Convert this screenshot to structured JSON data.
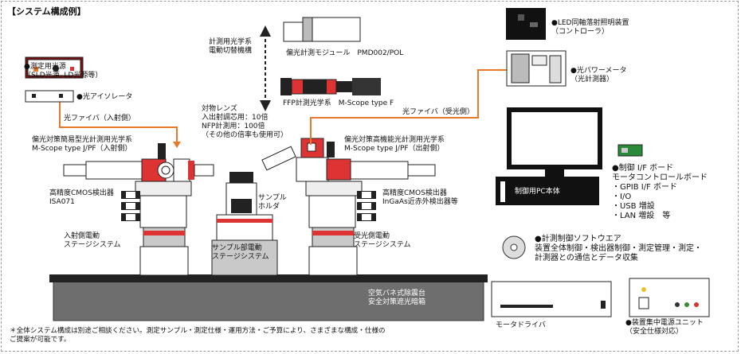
{
  "title": "【システム構成例】",
  "labels": {
    "switch_mechanism": "計測用光学系\n電動切替機構",
    "pmd_module": "偏光計測モジュール　PMD002/POL",
    "ffp_optics": "FFP計測光学系　M-Scope type F",
    "objective": "対物レンズ\n入出射調芯用：10倍\nNFP計測用：100倍\n（その他の倍率も使用可）",
    "light_source": "●測定用光源\n（SLD光源, LD光源等）",
    "isolator": "●光アイソレータ",
    "fiber_in": "光ファイバ（入射側）",
    "fiber_out": "光ファイバ（受光側）",
    "optics_in": "偏光対策簡易型光計測用光学系\nM-Scope type J/PF（入射側）",
    "optics_out": "偏光対策高機能光計測用光学系\nM-Scope type J/PF（出射側）",
    "cmos_in": "高精度CMOS検出器\nISA071",
    "cmos_out": "高精度CMOS検出器\nInGaAs近赤外検出器等",
    "sample_holder": "サンプル\nホルダ",
    "stage_in": "入射側電動\nステージシステム",
    "stage_sample": "サンプル部電動\nステージシステム",
    "stage_out": "受光側電動\nステージシステム",
    "table": "空気バネ式除震台\n安全対策遮光暗箱",
    "led": "●LED同軸落射照明装置\n（コントローラ）",
    "power_meter": "●光パワーメータ\n（光計測器）",
    "pc": "制御用PC本体",
    "boards": "●制御 I/F ボード\nモータコントロールボード\n・GPIB I/F ボード\n・I/O\n・USB 増設\n・LAN 増設　等",
    "software": "●計測制御ソフトウエア\n装置全体制御・検出器制御・測定管理・測定・\n計測器との通信とデータ収集",
    "motor_driver": "モータドライバ",
    "power_unit": "●装置集中電源ユニット\n（安全仕様対応）",
    "footnote": "＊全体システム構成は別途ご相談ください。測定サンプル・測定仕様・運用方法・ご予算により、さまざまな構成・仕様の\nご提案が可能です。"
  }
}
